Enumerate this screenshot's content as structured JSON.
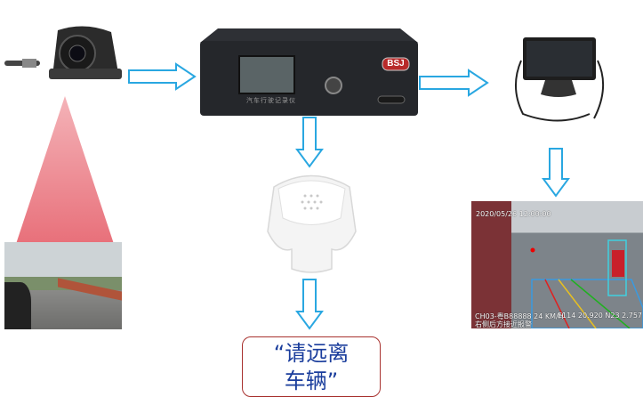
{
  "device": {
    "label": "汽车行驶记录仪",
    "logo": "BSJ"
  },
  "monitor_view": {
    "timestamp": "2020/05/26 12:00:00",
    "channel_info": "CH03-粤B88888 24 KM/H",
    "gps": "E114 20.920 N23 2.757",
    "alert": "右侧后方接近报警"
  },
  "message": {
    "line1": "“请远离",
    "line2": "车辆”"
  },
  "colors": {
    "arrow": "#29a7e1",
    "beam": "#e8707a",
    "message_border": "#a8322f",
    "message_text": "#1a3d9c"
  }
}
